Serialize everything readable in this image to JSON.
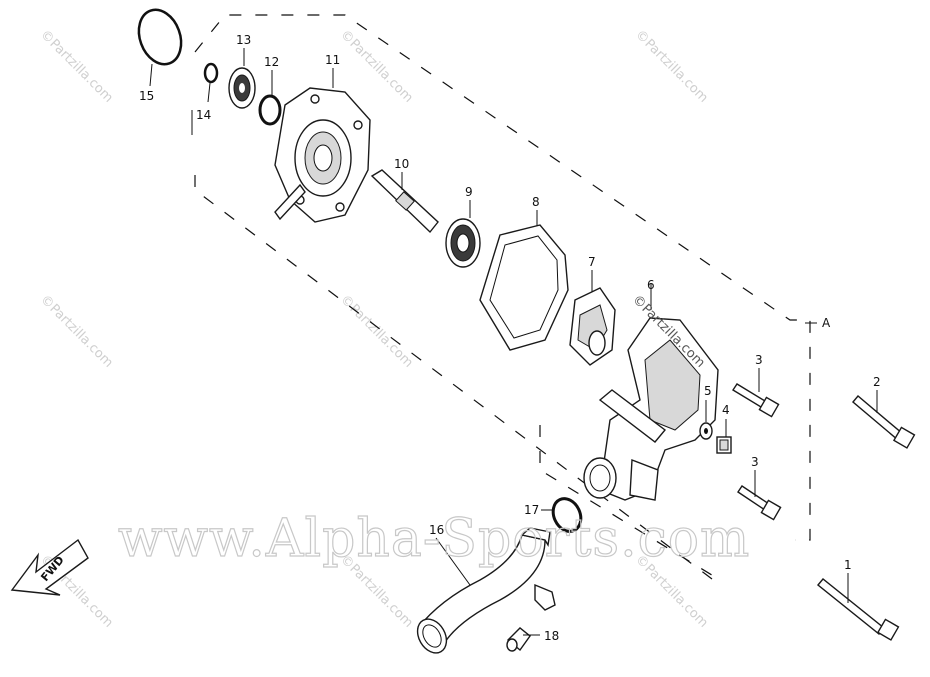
{
  "callouts": {
    "c1": "1",
    "c2": "2",
    "c3a": "3",
    "c3b": "3",
    "c4": "4",
    "c5": "5",
    "c6": "6",
    "c7": "7",
    "c8": "8",
    "c9": "9",
    "c10": "10",
    "c11": "11",
    "c12": "12",
    "c13": "13",
    "c14": "14",
    "c15": "15",
    "c16": "16",
    "c17": "17",
    "c18": "18"
  },
  "reference_mark": "A",
  "fwd_label": "FWD",
  "watermarks": {
    "small": "©Partzilla.com",
    "large": "www.Alpha-Sports.com"
  }
}
